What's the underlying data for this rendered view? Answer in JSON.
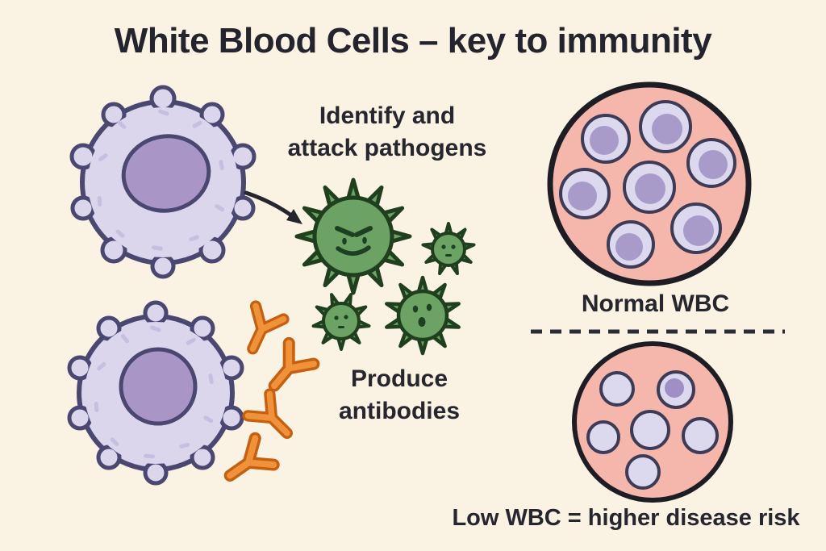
{
  "title": "White Blood Cells – key to immunity",
  "annotations": {
    "identify_line1": "Identify and",
    "identify_line2": "attack pathogens",
    "produce_line1": "Produce",
    "produce_line2": "antibodies",
    "normal_label": "Normal WBC",
    "low_label": "Low WBC = higher disease risk"
  },
  "diagram": {
    "type": "illustration",
    "subject": "white blood cells as key to immunity",
    "elements": [
      {
        "name": "white-blood-cell",
        "count": 2,
        "description": "lavender cell with purple nucleus and membrane bumps"
      },
      {
        "name": "pathogen",
        "count": 4,
        "description": "green spiky virus characters, largest has angry face"
      },
      {
        "name": "antibody",
        "count": 4,
        "description": "orange Y-shaped antibodies"
      },
      {
        "name": "arrow",
        "count": 1,
        "description": "arrow from white blood cell to pathogens"
      }
    ],
    "normal_panel": {
      "label": "Normal WBC",
      "cell_count": 7
    },
    "low_panel": {
      "label": "Low WBC = higher disease risk",
      "cell_count": 6
    },
    "separator": "horizontal dashed line between panels"
  },
  "colors": {
    "background": "#faf2e2",
    "text": "#24242e",
    "wbc_body": "#dbd6ec",
    "wbc_outline": "#4a4770",
    "wbc_nucleus": "#a996c7",
    "wbc_speckle": "#c6bfe0",
    "pathogen_fill": "#6ca263",
    "pathogen_outline": "#203f1e",
    "pathogen_face": "#1d4023",
    "antibody_fill": "#ef9239",
    "antibody_outline": "#c4600f",
    "petri_fill": "#f5b6ac",
    "petri_outline": "#1e1d24",
    "petri_cell": "#dcd8ee",
    "petri_cell_outline": "#3d3b56",
    "petri_cell_nucleus": "#a89bc9"
  }
}
